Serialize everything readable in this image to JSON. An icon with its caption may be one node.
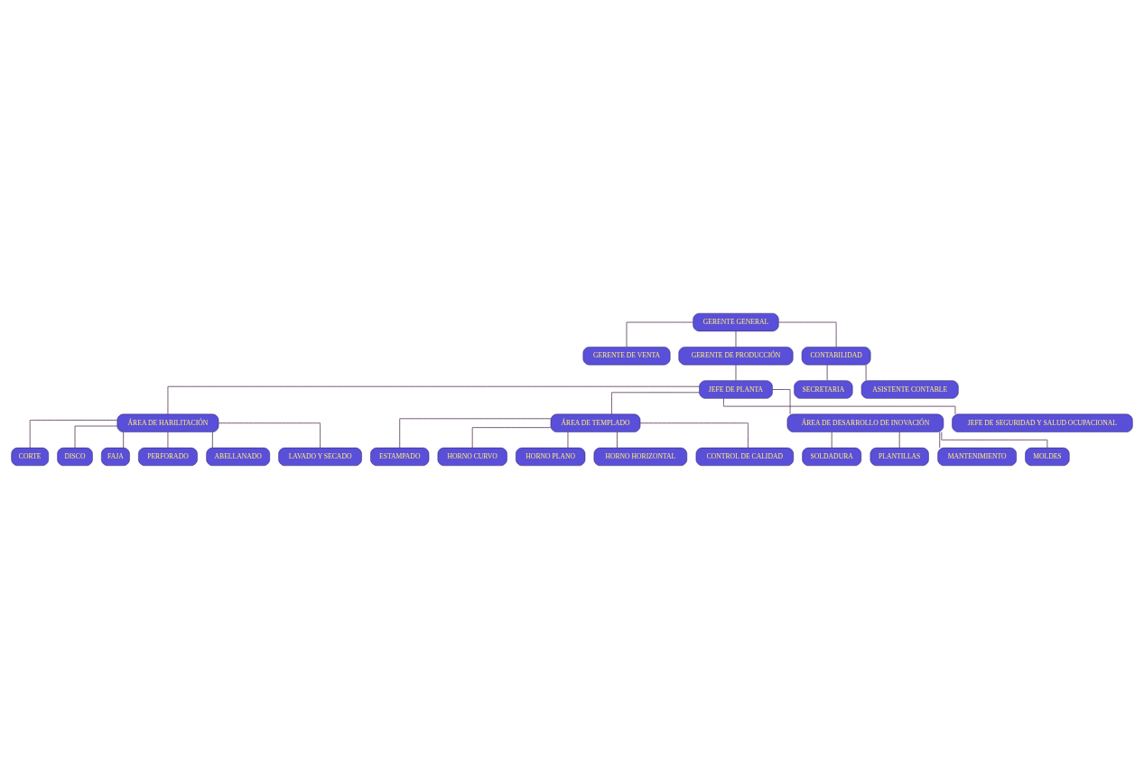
{
  "diagram": {
    "nodes": [
      {
        "text": [
          "GERENTE GENERAL"
        ]
      },
      {
        "text": [
          "GERENTE DE VENTA"
        ]
      },
      {
        "text": [
          "GERENTE DE PRODUCCIÓN"
        ]
      },
      {
        "text": [
          "CONTABILIDAD"
        ]
      },
      {
        "text": [
          "JEFE DE PLANTA"
        ]
      },
      {
        "text": [
          "ÁREA DE HABILITACIÓN"
        ]
      },
      {
        "text": [
          "ÁREA DE TEMPLADO"
        ]
      },
      {
        "text": [
          "ÁREA DE DESARROLLO DE INOVACIÓN"
        ]
      },
      {
        "text": [
          "JEFE DE SEGURIDAD Y SALUD OCUPACIONAL"
        ]
      },
      {
        "text": [
          "SECRETARIA"
        ]
      },
      {
        "text": [
          "ASISTENTE CONTABLE"
        ]
      },
      {
        "text": [
          "CORTE"
        ]
      },
      {
        "text": [
          "DISCO"
        ]
      },
      {
        "text": [
          "FAJA"
        ]
      },
      {
        "text": [
          "PERFORADO"
        ]
      },
      {
        "text": [
          "ABELLANADO"
        ]
      },
      {
        "text": [
          "LAVADO Y SECADO"
        ]
      },
      {
        "text": [
          "ESTAMPADO"
        ]
      },
      {
        "text": [
          "HORNO CURVO"
        ]
      },
      {
        "text": [
          "HORNO PLANO"
        ]
      },
      {
        "text": [
          "HORNO HORIZONTAL"
        ]
      },
      {
        "text": [
          "CONTROL DE CALIDAD"
        ]
      },
      {
        "text": [
          "SOLDADURA"
        ]
      },
      {
        "text": [
          "PLANTILLAS"
        ]
      },
      {
        "text": [
          "MANTENIMIENTO"
        ]
      },
      {
        "text": [
          "MOLDES"
        ]
      }
    ],
    "edges": [
      {
        "from": 0,
        "to": 1,
        "arrow": "none"
      },
      {
        "from": 0,
        "to": 2,
        "arrow": "none"
      },
      {
        "from": 0,
        "to": 3,
        "arrow": "none"
      },
      {
        "from": 2,
        "to": 4,
        "arrow": "none"
      },
      {
        "from": 4,
        "to": 5,
        "arrow": "none"
      },
      {
        "from": 4,
        "to": 6,
        "arrow": "none"
      },
      {
        "from": 4,
        "to": 7,
        "arrow": "none"
      },
      {
        "from": 4,
        "to": 8,
        "arrow": "none"
      },
      {
        "from": 3,
        "to": 9,
        "arrow": "none"
      },
      {
        "from": 3,
        "to": 10,
        "arrow": "none"
      },
      {
        "from": 5,
        "to": 11,
        "arrow": "none"
      },
      {
        "from": 5,
        "to": 12,
        "arrow": "none"
      },
      {
        "from": 5,
        "to": 13,
        "arrow": "none"
      },
      {
        "from": 5,
        "to": 14,
        "arrow": "none"
      },
      {
        "from": 5,
        "to": 15,
        "arrow": "none"
      },
      {
        "from": 5,
        "to": 16,
        "arrow": "none"
      },
      {
        "from": 6,
        "to": 17,
        "arrow": "none"
      },
      {
        "from": 6,
        "to": 18,
        "arrow": "none"
      },
      {
        "from": 6,
        "to": 19,
        "arrow": "none"
      },
      {
        "from": 6,
        "to": 20,
        "arrow": "none"
      },
      {
        "from": 6,
        "to": 21,
        "arrow": "none"
      },
      {
        "from": 7,
        "to": 22,
        "arrow": "none"
      },
      {
        "from": 7,
        "to": 23,
        "arrow": "none"
      },
      {
        "from": 7,
        "to": 24,
        "arrow": "none"
      },
      {
        "from": 7,
        "to": 25,
        "arrow": "none"
      }
    ]
  }
}
